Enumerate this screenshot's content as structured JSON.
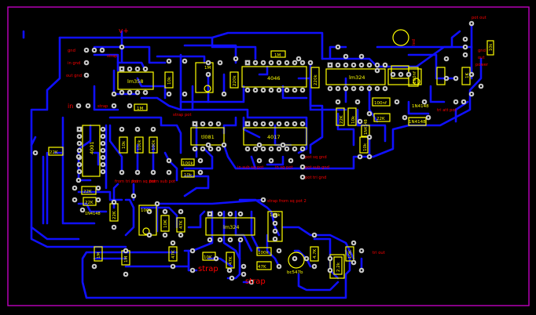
{
  "colors": {
    "background": "#000000",
    "outline": "#c000c0",
    "trace": "#1010ff",
    "silkscreen": "#ffff00",
    "pad": "#c8c8c8",
    "pad_hole": "#000000",
    "net_label": "#ff0000"
  },
  "board": {
    "outline_label": "",
    "power_label": "v+"
  },
  "net_labels": {
    "gnd": "gnd",
    "in_gnd": "in gnd",
    "out_gnd": "out gnd",
    "strap": "strap",
    "in": "in",
    "strap_pot": "strap pot",
    "pot_out": "pot out",
    "gnd2": "gnd",
    "out": "out",
    "power": "power",
    "trans_pot": "tri att pot",
    "from_tri_pot": "from tri pot",
    "from_sq_pot": "from sq pot",
    "from_sub_pot": "from sub pot",
    "sub_pot_in": "in sub sq pot",
    "sq_pot_in": "in sq pot",
    "pot_sq_gnd": "pot sq gnd",
    "pot_sub_gnd": "pot sub gnd",
    "pot_tri_gnd": "pot tri gnd",
    "strap_from_sq_pot": "strap from sq pot 2",
    "tri_out": "tri out",
    "strap2": "strap",
    "strap3": "strap",
    "led_label": "led"
  },
  "chips": {
    "lm358": "lm358",
    "cd4046": "4046",
    "lm324_top": "lm324",
    "tl081": "tl081",
    "cd4017": "4017",
    "cd4001": "4001",
    "lm324_bottom": "lm324"
  },
  "components": {
    "r_1m_a": "1M",
    "r_1m_b": "1M",
    "r_1m_c": "1M",
    "r_10k_a": "10k",
    "r_220k_a": "220k",
    "r_220k_b": "220k",
    "r_10k_b": "10k",
    "r_100nf": "100nf",
    "r_22k_a": "22K",
    "r_1n4148_a": "1N4148",
    "r_1n4148_b": "1N4148",
    "r_1n4148_c": "1N4148",
    "r_22k_b": "22K",
    "r_10k_c": "10k",
    "r_10k_d": "10k",
    "r_10k_e": "10k",
    "r_100k_a": "100k",
    "r_100k_b": "100k",
    "r_22k_c": "22K",
    "r_22k_d": "22K",
    "r_22k_e": "22K",
    "r_22k_f": "22K",
    "r_10k_f": "10k",
    "r_100k_c": "100k",
    "r_100k_d": "100k",
    "r_47k_a": "47K",
    "r_47k_b": "47K",
    "r_1k": "1K",
    "r_10k_g": "10K",
    "r_47k_c": "47K",
    "r_10k_h": "10K",
    "r_100nf_b": "100nf",
    "r_47k_d": "47K",
    "r_22k_g": "22K",
    "r_100k_e": "100k",
    "r_1m_d": "1M",
    "r_1m_e": "1M",
    "r_10k_i": "10K",
    "transistor": "bc547b",
    "r_2k2": "2.2k",
    "r_47k_e": "4.7K"
  }
}
